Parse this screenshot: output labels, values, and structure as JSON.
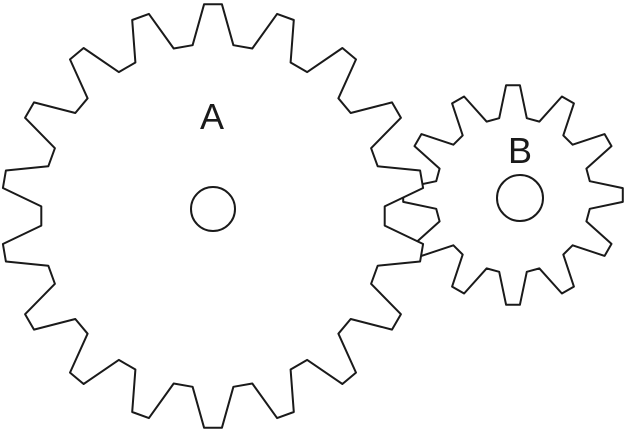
{
  "diagram": {
    "gears": [
      {
        "label": "A",
        "teeth": 18
      },
      {
        "label": "B",
        "teeth": 12
      }
    ],
    "stroke_color": "#1a1a1a",
    "fill_color": "#ffffff"
  }
}
